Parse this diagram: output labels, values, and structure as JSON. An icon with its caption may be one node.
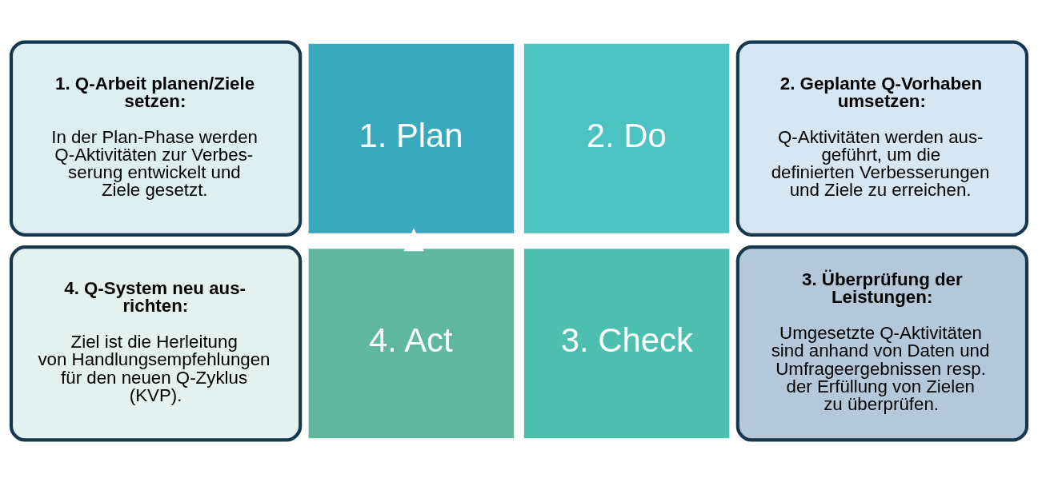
{
  "diagram": {
    "nodes": [
      {
        "text": [
          "1. Q-Arbeit planen/Ziele setzen:",
          "In der Plan-Phase werden Q-Aktivitäten zur Verbes- serung entwickelt und Ziele gesetzt."
        ]
      },
      {
        "text": [
          "1. Plan"
        ]
      },
      {
        "text": [
          "2. Do"
        ]
      },
      {
        "text": [
          "2. Geplante Q-Vorhaben umsetzen:",
          "Q-Aktivitäten werden aus- geführt, um die definierten Verbesserungen und Ziele zu erreichen."
        ]
      },
      {
        "text": [
          "4. Q-System neu aus- richten:",
          "Ziel ist die Herleitung von Handlungsempfehlungen für den neuen Q-Zyklus (KVP)."
        ]
      },
      {
        "text": [
          "4. Act"
        ]
      },
      {
        "text": [
          "3. Check"
        ]
      },
      {
        "text": [
          "3. Überprüfung der Leistungen:",
          "Umgesetzte Q-Aktivitäten sind anhand von Daten und Umfrageergebnissen resp. der Erfüllung von Zielen zu überprüfen."
        ]
      }
    ],
    "edges": [
      {
        "from": 5,
        "to": 1,
        "arrow": "to",
        "style": "thick",
        "color": "#ffffff"
      }
    ]
  }
}
